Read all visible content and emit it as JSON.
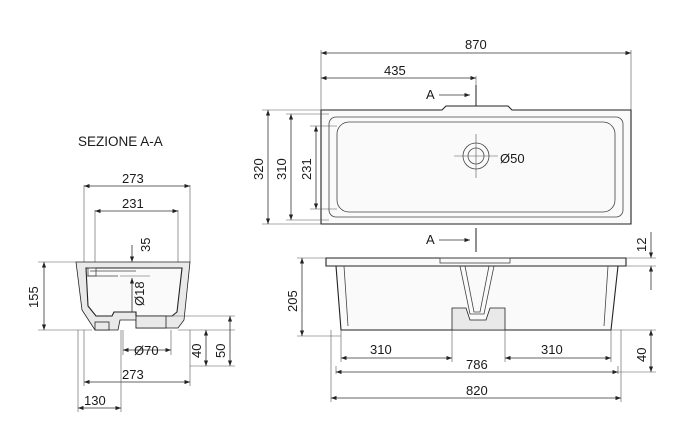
{
  "title": "SEZIONE A-A",
  "section": {
    "width_top": "273",
    "width_inner": "231",
    "depth_35": "35",
    "hole_diameter": "Ø18",
    "height": "155",
    "drain_diameter": "Ø70",
    "dim_40": "40",
    "dim_50": "50",
    "width_bottom": "273",
    "offset": "130"
  },
  "plan": {
    "overall_length": "870",
    "half_length": "435",
    "section_marker_top": "A",
    "section_marker_bottom": "A",
    "depth_outer": "320",
    "depth_mid": "310",
    "depth_inner": "231",
    "drain_diameter": "Ø50"
  },
  "elevation": {
    "rim": "12",
    "height": "205",
    "left_segment": "310",
    "right_segment": "310",
    "inner_length": "786",
    "dim_40": "40",
    "base_length": "820"
  }
}
